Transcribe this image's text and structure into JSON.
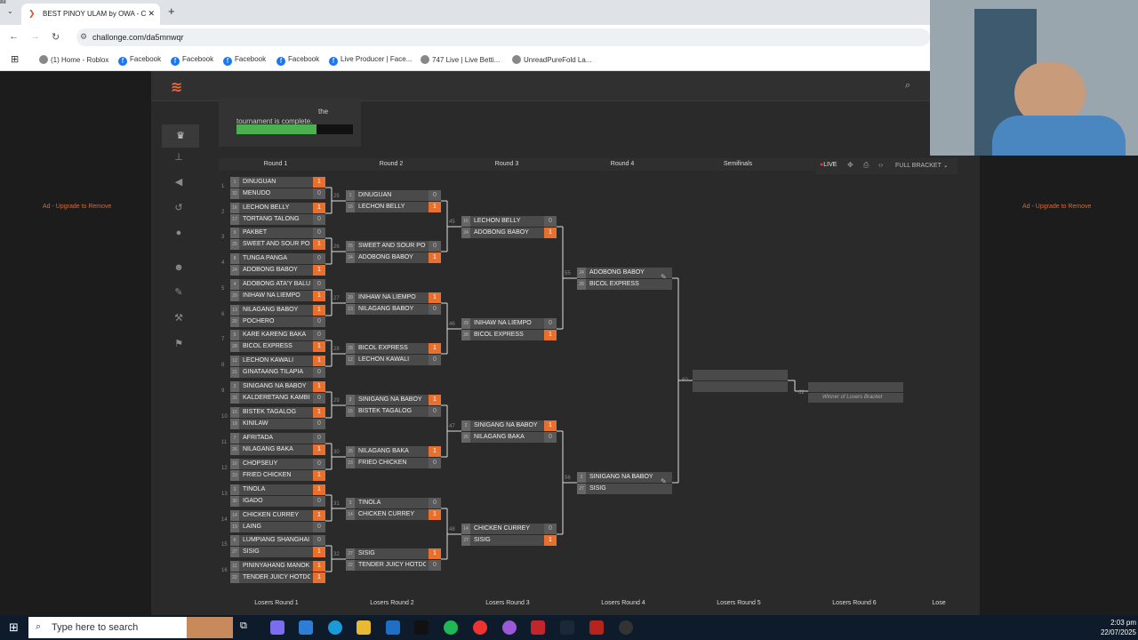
{
  "browser": {
    "tab_title": "BEST PINOY ULAM by OWA - C",
    "url": "challonge.com/da5mnwqr",
    "bookmarks": [
      "(1) Home - Roblox",
      "Facebook",
      "Facebook",
      "Facebook",
      "Facebook",
      "Live Producer | Face...",
      "747 Live | Live Betti...",
      "UnreadPureFold La..."
    ]
  },
  "progress": {
    "text1": "the",
    "text2": "tournament is complete.",
    "fraction": 0.69
  },
  "ads": {
    "left": "Ad - Upgrade to Remove",
    "right": "Ad - Upgrade to Remove"
  },
  "rounds": [
    "Round 1",
    "Round 2",
    "Round 3",
    "Round 4",
    "Semifinals"
  ],
  "live": "LIVE",
  "full_bracket": "FULL BRACKET",
  "losers_rounds": [
    "Losers Round 1",
    "Losers Round 2",
    "Losers Round 3",
    "Losers Round 4",
    "Losers Round 5",
    "Losers Round 6",
    "Lose"
  ],
  "winner_of_losers": "Winner of Losers Bracket",
  "matches": [
    {
      "r": 0,
      "n": "1",
      "a": [
        "1",
        "DINUGUAN",
        "1"
      ],
      "b": [
        "32",
        "MENUDO",
        "0"
      ],
      "w": 0
    },
    {
      "r": 0,
      "n": "2",
      "a": [
        "16",
        "LECHON BELLY",
        "1"
      ],
      "b": [
        "17",
        "TORTANG TALONG",
        "0"
      ],
      "w": 0
    },
    {
      "r": 0,
      "n": "3",
      "a": [
        "9",
        "PAKBET",
        "0"
      ],
      "b": [
        "25",
        "SWEET AND SOUR PORK",
        "1"
      ],
      "w": 1
    },
    {
      "r": 0,
      "n": "4",
      "a": [
        "8",
        "TUNGA PANGA",
        "0"
      ],
      "b": [
        "24",
        "ADOBONG BABOY",
        "1"
      ],
      "w": 1
    },
    {
      "r": 0,
      "n": "5",
      "a": [
        "4",
        "ADOBONG ATA'Y BALUNAN",
        "0"
      ],
      "b": [
        "29",
        "INIHAW NA LIEMPO",
        "1"
      ],
      "w": 1
    },
    {
      "r": 0,
      "n": "6",
      "a": [
        "13",
        "NILAGANG BABOY",
        "1"
      ],
      "b": [
        "20",
        "POCHERO",
        "0"
      ],
      "w": 0
    },
    {
      "r": 0,
      "n": "7",
      "a": [
        "5",
        "KARE KARENG BAKA",
        "0"
      ],
      "b": [
        "28",
        "BICOL EXPRESS",
        "1"
      ],
      "w": 1
    },
    {
      "r": 0,
      "n": "8",
      "a": [
        "12",
        "LECHON KAWALI",
        "1"
      ],
      "b": [
        "21",
        "GINATAANG TILAPIA",
        "0"
      ],
      "w": 0
    },
    {
      "r": 0,
      "n": "9",
      "a": [
        "2",
        "SINIGANG NA BABOY",
        "1"
      ],
      "b": [
        "31",
        "KALDERETANG KAMBING",
        "0"
      ],
      "w": 0
    },
    {
      "r": 0,
      "n": "10",
      "a": [
        "15",
        "BISTEK TAGALOG",
        "1"
      ],
      "b": [
        "18",
        "KINILAW",
        "0"
      ],
      "w": 0
    },
    {
      "r": 0,
      "n": "11",
      "a": [
        "7",
        "AFRITADA",
        "0"
      ],
      "b": [
        "26",
        "NILAGANG BAKA",
        "1"
      ],
      "w": 1
    },
    {
      "r": 0,
      "n": "12",
      "a": [
        "10",
        "CHOPSEUY",
        "0"
      ],
      "b": [
        "23",
        "FRIED CHICKEN",
        "1"
      ],
      "w": 1
    },
    {
      "r": 0,
      "n": "13",
      "a": [
        "3",
        "TINOLA",
        "1"
      ],
      "b": [
        "30",
        "IGADO",
        "0"
      ],
      "w": 0
    },
    {
      "r": 0,
      "n": "14",
      "a": [
        "14",
        "CHICKEN CURREY",
        "1"
      ],
      "b": [
        "19",
        "LAING",
        "0"
      ],
      "w": 0
    },
    {
      "r": 0,
      "n": "15",
      "a": [
        "6",
        "LUMPIANG SHANGHAI",
        "0"
      ],
      "b": [
        "27",
        "SISIG",
        "1"
      ],
      "w": 1
    },
    {
      "r": 0,
      "n": "16",
      "a": [
        "11",
        "PININYAHANG MANOK",
        "1"
      ],
      "b": [
        "22",
        "TENDER JUICY HOTDOG",
        "1"
      ],
      "w": 2
    },
    {
      "r": 1,
      "n": "25",
      "a": [
        "1",
        "DINUGUAN",
        "0"
      ],
      "b": [
        "16",
        "LECHON BELLY",
        "1"
      ],
      "w": 1
    },
    {
      "r": 1,
      "n": "26",
      "a": [
        "25",
        "SWEET AND SOUR PORK",
        "0"
      ],
      "b": [
        "24",
        "ADOBONG BABOY",
        "1"
      ],
      "w": 1
    },
    {
      "r": 1,
      "n": "27",
      "a": [
        "29",
        "INIHAW NA LIEMPO",
        "1"
      ],
      "b": [
        "13",
        "NILAGANG BABOY",
        "0"
      ],
      "w": 0
    },
    {
      "r": 1,
      "n": "28",
      "a": [
        "28",
        "BICOL EXPRESS",
        "1"
      ],
      "b": [
        "12",
        "LECHON KAWALI",
        "0"
      ],
      "w": 0
    },
    {
      "r": 1,
      "n": "29",
      "a": [
        "2",
        "SINIGANG NA BABOY",
        "1"
      ],
      "b": [
        "15",
        "BISTEK TAGALOG",
        "0"
      ],
      "w": 0
    },
    {
      "r": 1,
      "n": "30",
      "a": [
        "26",
        "NILAGANG BAKA",
        "1"
      ],
      "b": [
        "23",
        "FRIED CHICKEN",
        "0"
      ],
      "w": 0
    },
    {
      "r": 1,
      "n": "31",
      "a": [
        "3",
        "TINOLA",
        "0"
      ],
      "b": [
        "14",
        "CHICKEN CURREY",
        "1"
      ],
      "w": 1
    },
    {
      "r": 1,
      "n": "32",
      "a": [
        "27",
        "SISIG",
        "1"
      ],
      "b": [
        "22",
        "TENDER JUICY HOTDOG",
        "0"
      ],
      "w": 0
    },
    {
      "r": 2,
      "n": "45",
      "a": [
        "16",
        "LECHON BELLY",
        "0"
      ],
      "b": [
        "24",
        "ADOBONG BABOY",
        "1"
      ],
      "w": 1
    },
    {
      "r": 2,
      "n": "46",
      "a": [
        "29",
        "INIHAW NA LIEMPO",
        "0"
      ],
      "b": [
        "28",
        "BICOL EXPRESS",
        "1"
      ],
      "w": 1
    },
    {
      "r": 2,
      "n": "47",
      "a": [
        "2",
        "SINIGANG NA BABOY",
        "1"
      ],
      "b": [
        "26",
        "NILAGANG BAKA",
        "0"
      ],
      "w": 0
    },
    {
      "r": 2,
      "n": "48",
      "a": [
        "14",
        "CHICKEN CURREY",
        "0"
      ],
      "b": [
        "27",
        "SISIG",
        "1"
      ],
      "w": 1
    },
    {
      "r": 3,
      "n": "55",
      "a": [
        "24",
        "ADOBONG BABOY",
        ""
      ],
      "b": [
        "28",
        "BICOL EXPRESS",
        ""
      ],
      "w": -1
    },
    {
      "r": 3,
      "n": "56",
      "a": [
        "2",
        "SINIGANG NA BABOY",
        ""
      ],
      "b": [
        "27",
        "SISIG",
        ""
      ],
      "w": -1
    }
  ],
  "semis": [
    {
      "n": "60"
    },
    {
      "n": "62"
    }
  ],
  "taskbar": {
    "search": "Type here to search",
    "time": "2:03 pm",
    "date": "22/07/2025"
  }
}
